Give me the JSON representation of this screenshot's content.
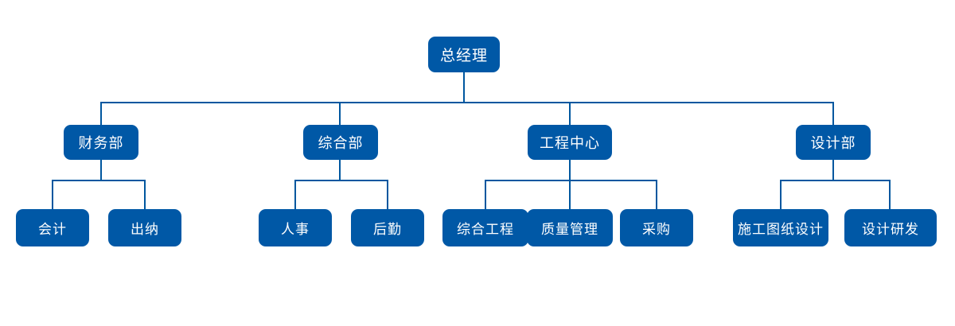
{
  "chart": {
    "type": "org-chart",
    "title": "",
    "accent_color": "#0058a6",
    "connector_color": "#00579f",
    "text_color": "#ffffff",
    "background_color": "#ffffff",
    "levels": 3,
    "root": {
      "id": "general-manager",
      "label": "总经理",
      "level": 1
    },
    "departments": [
      {
        "id": "finance-department",
        "label": "财务部",
        "level": 2,
        "children": [
          {
            "id": "accounting",
            "label": "会计",
            "level": 3
          },
          {
            "id": "cashier",
            "label": "出纳",
            "level": 3
          }
        ]
      },
      {
        "id": "general-affairs-department",
        "label": "综合部",
        "level": 2,
        "children": [
          {
            "id": "human-resources",
            "label": "人事",
            "level": 3
          },
          {
            "id": "logistics",
            "label": "后勤",
            "level": 3
          }
        ]
      },
      {
        "id": "engineering-center",
        "label": "工程中心",
        "level": 2,
        "children": [
          {
            "id": "general-engineering",
            "label": "综合工程",
            "level": 3
          },
          {
            "id": "quality-management",
            "label": "质量管理",
            "level": 3
          },
          {
            "id": "procurement",
            "label": "采购",
            "level": 3
          }
        ]
      },
      {
        "id": "design-department",
        "label": "设计部",
        "level": 2,
        "children": [
          {
            "id": "construction-drawing-design",
            "label": "施工图纸设计",
            "level": 3
          },
          {
            "id": "design-research-development",
            "label": "设计研发",
            "level": 3
          }
        ]
      }
    ]
  },
  "nodes": {
    "general_manager": "总经理",
    "finance_department": "财务部",
    "general_affairs_department": "综合部",
    "engineering_center": "工程中心",
    "design_department": "设计部",
    "accounting": "会计",
    "cashier": "出纳",
    "human_resources": "人事",
    "logistics": "后勤",
    "general_engineering": "综合工程",
    "quality_management": "质量管理",
    "procurement": "采购",
    "construction_drawing_design": "施工图纸设计",
    "design_research_development": "设计研发"
  }
}
